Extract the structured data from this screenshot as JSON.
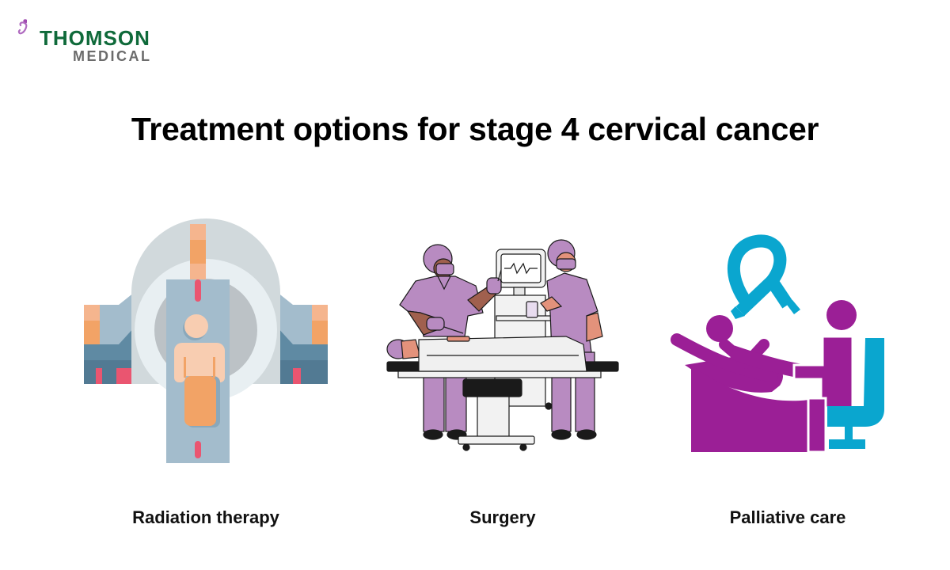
{
  "brand": {
    "name_top": "THOMSON",
    "name_bottom": "MEDICAL",
    "colors": {
      "green": "#0f6a3a",
      "gray": "#6b6b6b",
      "butterfly": "#a04bb0"
    }
  },
  "title": "Treatment options for stage 4 cervical cancer",
  "options": [
    {
      "label": "Radiation therapy",
      "icon": "radiation-machine-icon"
    },
    {
      "label": "Surgery",
      "icon": "surgery-team-icon"
    },
    {
      "label": "Palliative care",
      "icon": "palliative-care-icon"
    }
  ],
  "palette": {
    "purple": "#9b1f96",
    "teal": "#0aa6cf",
    "scrub_purple": "#b88bc1",
    "machine_blue": "#a3bccc",
    "machine_dark": "#527a93",
    "accent_red": "#ea5570",
    "skin": "#f8cdb1",
    "orange": "#f2a366"
  }
}
